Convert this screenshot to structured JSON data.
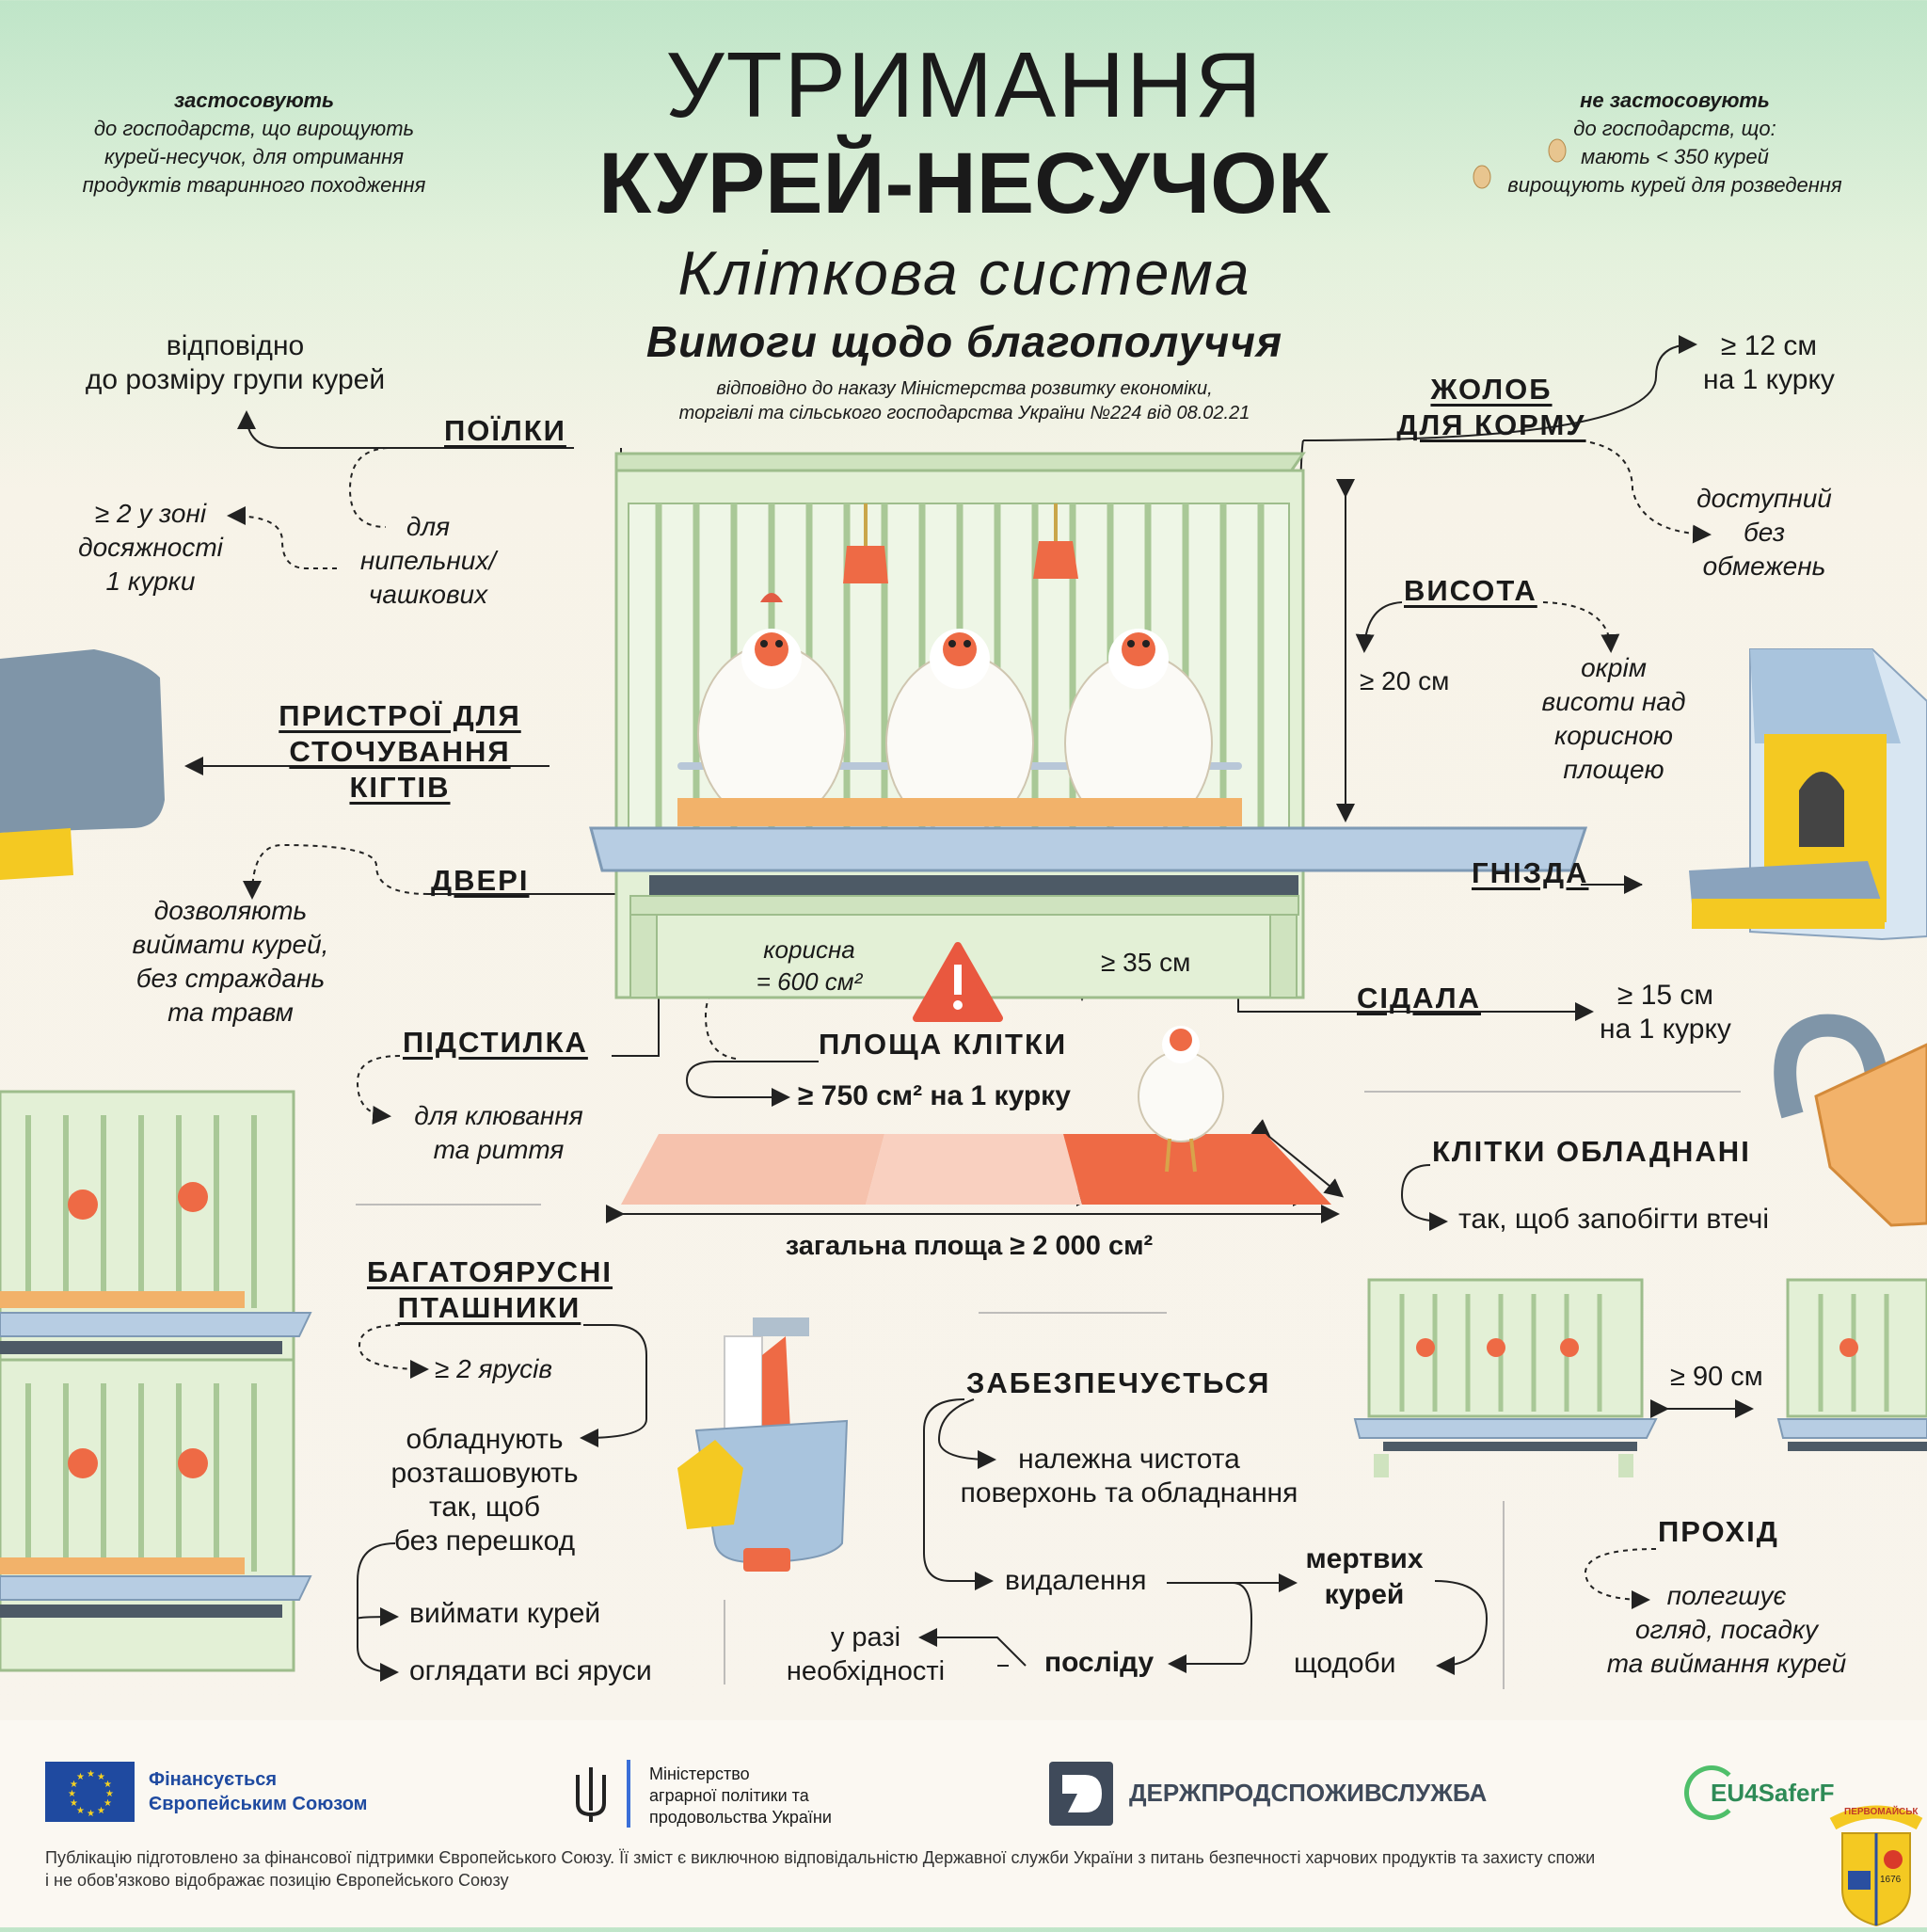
{
  "header": {
    "title_line1": "УТРИМАННЯ",
    "title_line2": "КУРЕЙ-НЕСУЧОК",
    "subtitle": "Кліткова система",
    "subtitle2": "Вимоги щодо благополуччя",
    "order_line1": "відповідно до наказу Міністерства розвитку економіки,",
    "order_line2": "торгівлі та сільського господарства України №224 від 08.02.21"
  },
  "applies": {
    "heading": "застосовують",
    "line1": "до господарств, що вирощують",
    "line2": "курей-несучок, для отримання",
    "line3": "продуктів тваринного походження"
  },
  "not_applies": {
    "heading": "не застосовують",
    "line1": "до господарств, що:",
    "item1": "мають < 350 курей",
    "item2": "вирощують курей для розведення"
  },
  "drinkers": {
    "label": "ПОЇЛКИ",
    "group_line1": "відповідно",
    "group_line2": "до розміру групи курей",
    "reach_line1": "≥ 2 у зоні",
    "reach_line2": "досяжності",
    "reach_line3": "1 курки",
    "type_line1": "для",
    "type_line2": "нипельних/",
    "type_line3": "чашкових"
  },
  "feeder": {
    "label_line1": "ЖОЛОБ",
    "label_line2": "ДЛЯ КОРМУ",
    "size_line1": "≥ 12 см",
    "size_line2": "на 1 курку",
    "access_line1": "доступний",
    "access_line2": "без",
    "access_line3": "обмежень"
  },
  "height": {
    "label": "ВИСОТА",
    "value": "≥ 20 см",
    "note_line1": "окрім",
    "note_line2": "висоти над",
    "note_line3": "корисною",
    "note_line4": "площею"
  },
  "claws": {
    "label_line1": "ПРИСТРОЇ ДЛЯ",
    "label_line2": "СТОЧУВАННЯ КІГТІВ"
  },
  "door": {
    "label": "ДВЕРІ",
    "line1": "дозволяють",
    "line2": "виймати курей,",
    "line3": "без страждань",
    "line4": "та травм"
  },
  "nests": {
    "label": "ГНІЗДА"
  },
  "perch": {
    "label": "СІДАЛА",
    "line1": "≥ 15 см",
    "line2": "на 1 курку"
  },
  "clearance": {
    "value": "≥ 35 см"
  },
  "useful_area": {
    "line1": "корисна",
    "line2": "= 600 см²"
  },
  "litter": {
    "label": "ПІДСТИЛКА",
    "line1": "для клювання",
    "line2": "та риття"
  },
  "cage_area": {
    "label": "ПЛОЩА КЛІТКИ",
    "per_hen": "≥  750 см² на 1 курку",
    "total": "загальна площа ≥ 2 000 см²"
  },
  "equipped": {
    "label": "КЛІТКИ ОБЛАДНАНІ",
    "line1": "так, щоб запобігти втечі"
  },
  "tiered": {
    "label_line1": "БАГАТОЯРУСНІ",
    "label_line2": "ПТАШНИКИ",
    "tiers": "≥ 2 ярусів",
    "line1": "обладнують",
    "line2": "розташовують",
    "line3": "так, щоб",
    "line4": "без перешкод",
    "item1": "виймати курей",
    "item2": "оглядати всі яруси"
  },
  "provided": {
    "label": "ЗАБЕЗПЕЧУЄТЬСЯ",
    "clean_line1": "належна чистота",
    "clean_line2": "поверхонь та обладнання",
    "removal": "видалення",
    "dead_line1": "мертвих",
    "dead_line2": "курей",
    "daily": "щодоби",
    "manure": "посліду",
    "need_line1": "у разі",
    "need_line2": "необхідності"
  },
  "aisle": {
    "gap": "≥ 90 см",
    "label": "ПРОХІД",
    "line1": "полегшує",
    "line2": "огляд, посадку",
    "line3": "та виймання курей"
  },
  "footer": {
    "eu_line1": "Фінансується",
    "eu_line2": "Європейським Союзом",
    "ministry_line1": "Міністерство",
    "ministry_line2": "аграрної політики та",
    "ministry_line3": "продовольства України",
    "agency": "ДЕРЖПРОДСПОЖИВСЛУЖБА",
    "eu4": "EU4SaferF",
    "disclaimer1": "Публікацію підготовлено за фінансової підтримки Європейського Союзу. Її зміст є виключною відповідальністю Державної служби України з питань безпечності харчових продуктів та захисту спожи",
    "disclaimer2": "і не обов'язково відображає позицію Європейського Союзу",
    "coat_text": "ПЕРВОМАЙСЬК",
    "coat_year": "1676"
  },
  "colors": {
    "cage_green": "#cfe3bf",
    "cage_stroke": "#9ebd8c",
    "tray_blue": "#b7cde3",
    "litter_orange": "#f2b26a",
    "area_light": "#f6c2ad",
    "area_dark": "#ee6a45",
    "warning": "#e9583f"
  }
}
